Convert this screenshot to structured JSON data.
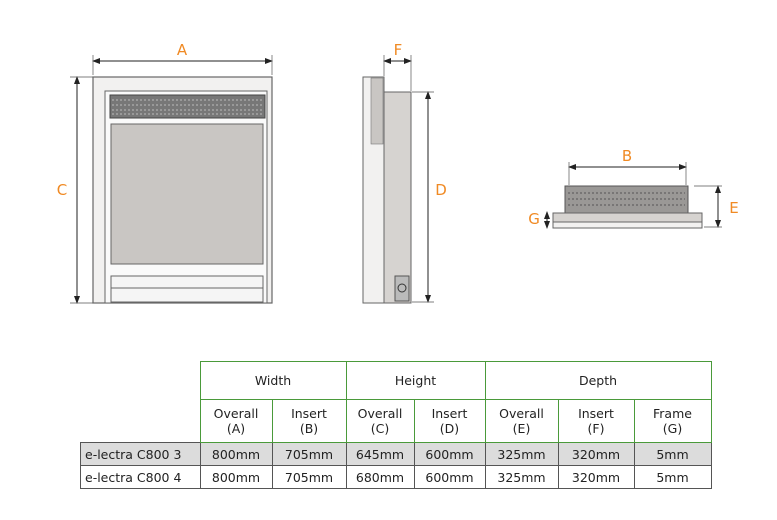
{
  "diagram": {
    "labels": {
      "A": "A",
      "B": "B",
      "C": "C",
      "D": "D",
      "E": "E",
      "F": "F",
      "G": "G"
    },
    "colors": {
      "label": "#f08a24",
      "outline": "#555555",
      "panel": "#c9c6c3",
      "frame": "#e8e6e4"
    }
  },
  "table": {
    "groups": [
      "Width",
      "Height",
      "Depth"
    ],
    "columns": [
      {
        "name": "Overall",
        "code": "(A)"
      },
      {
        "name": "Insert",
        "code": "(B)"
      },
      {
        "name": "Overall",
        "code": "(C)"
      },
      {
        "name": "Insert",
        "code": "(D)"
      },
      {
        "name": "Overall",
        "code": "(E)"
      },
      {
        "name": "Insert",
        "code": "(F)"
      },
      {
        "name": "Frame",
        "code": "(G)"
      }
    ],
    "rows": [
      {
        "model": "e-lectra C800 3",
        "values": [
          "800mm",
          "705mm",
          "645mm",
          "600mm",
          "325mm",
          "320mm",
          "5mm"
        ]
      },
      {
        "model": "e-lectra C800 4",
        "values": [
          "800mm",
          "705mm",
          "680mm",
          "600mm",
          "325mm",
          "320mm",
          "5mm"
        ]
      }
    ]
  }
}
